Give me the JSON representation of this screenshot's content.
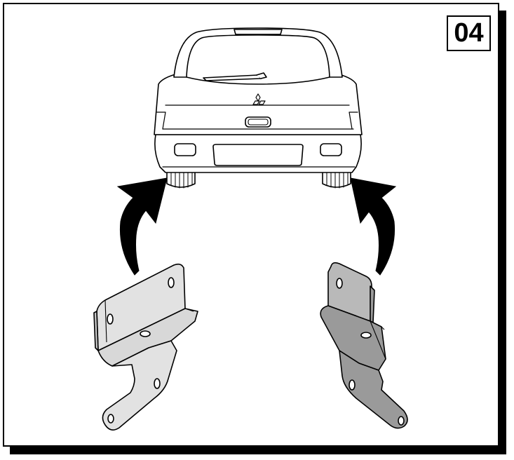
{
  "step": {
    "number": "04"
  },
  "illustration": {
    "subject": "car-rear-view",
    "parts": [
      "left-bracket",
      "right-bracket"
    ],
    "arrow_icon": "curved-arrow-up",
    "logo_icon": "three-diamond-logo"
  },
  "colors": {
    "frame": "#000000",
    "background": "#ffffff",
    "bracket_left_fill": "#e2e2e2",
    "bracket_right_fill": "#9a9a9a",
    "bracket_right_face": "#b9b9b9",
    "line": "#000000"
  }
}
